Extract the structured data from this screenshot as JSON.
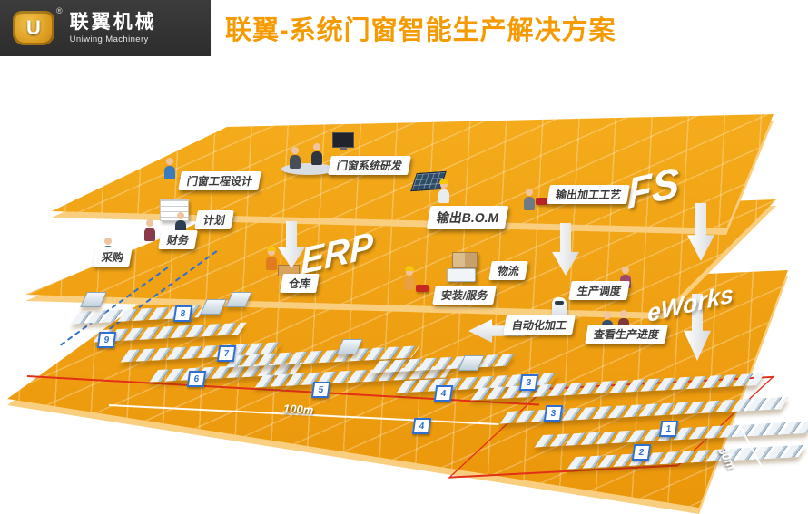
{
  "header": {
    "logo_letter": "U",
    "registered_mark": "®",
    "brand_cn": "联翼机械",
    "brand_en": "Uniwing Machinery",
    "title": "联翼-系统门窗智能生产解决方案"
  },
  "colors": {
    "header_bg": "#333333",
    "title_orange": "#f59a00",
    "platform_orange": "#f0a011",
    "badge_blue": "#2d6fd2",
    "route_red": "#e23018"
  },
  "layers": {
    "fs": {
      "big_label": "FS",
      "stations": {
        "design": "门窗工程设计",
        "rnd": "门窗系统研发",
        "bom": "输出B.O.M",
        "process": "输出加工工艺"
      }
    },
    "erp": {
      "big_label": "ERP",
      "stations": {
        "plan": "计划",
        "finance": "财务",
        "purchase": "采购",
        "warehouse": "仓库",
        "logistics": "物流",
        "install": "安装/服务",
        "dispatch": "生产调度"
      }
    },
    "eworks": {
      "big_label": "eWorks",
      "stations": {
        "auto": "自动化加工",
        "progress": "查看生产进度"
      },
      "dimensions": {
        "length": "100m",
        "depth": "30m"
      },
      "badges": [
        "1",
        "2",
        "3",
        "3",
        "4",
        "4",
        "5",
        "6",
        "7",
        "8",
        "9"
      ]
    }
  }
}
